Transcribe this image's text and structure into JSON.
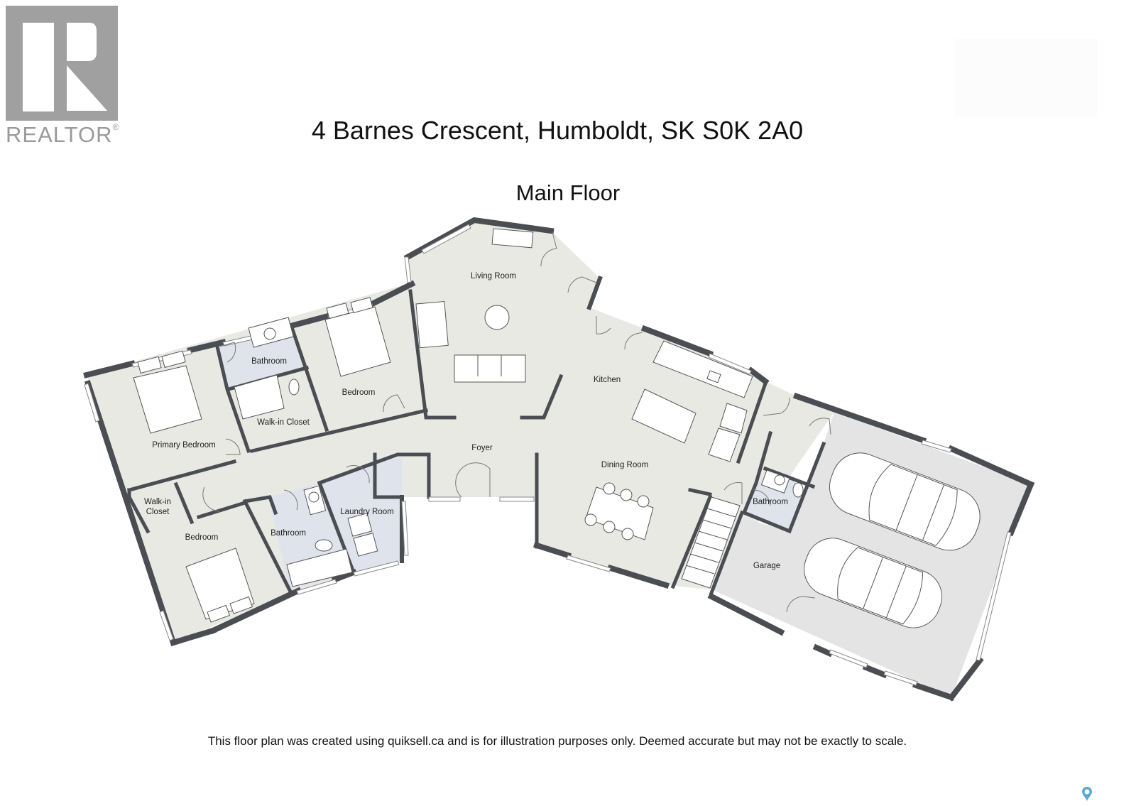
{
  "logo": {
    "text": "REALTOR",
    "registered_mark": "®"
  },
  "header": {
    "address": "4 Barnes Crescent, Humboldt, SK S0K 2A0",
    "floor_name": "Main Floor"
  },
  "rooms": {
    "living_room": "Living Room",
    "bathroom_upper": "Bathroom",
    "bedroom_upper": "Bedroom",
    "primary_bedroom": "Primary Bedroom",
    "walk_in_closet_upper": "Walk-in Closet",
    "kitchen": "Kitchen",
    "foyer": "Foyer",
    "dining_room": "Dining Room",
    "walk_in_closet_lower_line1": "Walk-in",
    "walk_in_closet_lower_line2": "Closet",
    "bedroom_lower": "Bedroom",
    "bathroom_lower": "Bathroom",
    "laundry_room": "Laundry Room",
    "bathroom_garage": "Bathroom",
    "garage": "Garage"
  },
  "colors": {
    "floor": "#e9e9e4",
    "wet_room": "#dfe3ec",
    "garage": "#e4e4e4",
    "wall": "#4a4d52",
    "logo_gray": "#a0a0a0",
    "pin_blue": "#5aa7d6"
  },
  "footer": {
    "disclaimer": "This floor plan was created using quiksell.ca and is for illustration purposes only. Deemed accurate but may not be exactly to scale."
  },
  "icons": {
    "map_pin": "map-pin-icon"
  }
}
